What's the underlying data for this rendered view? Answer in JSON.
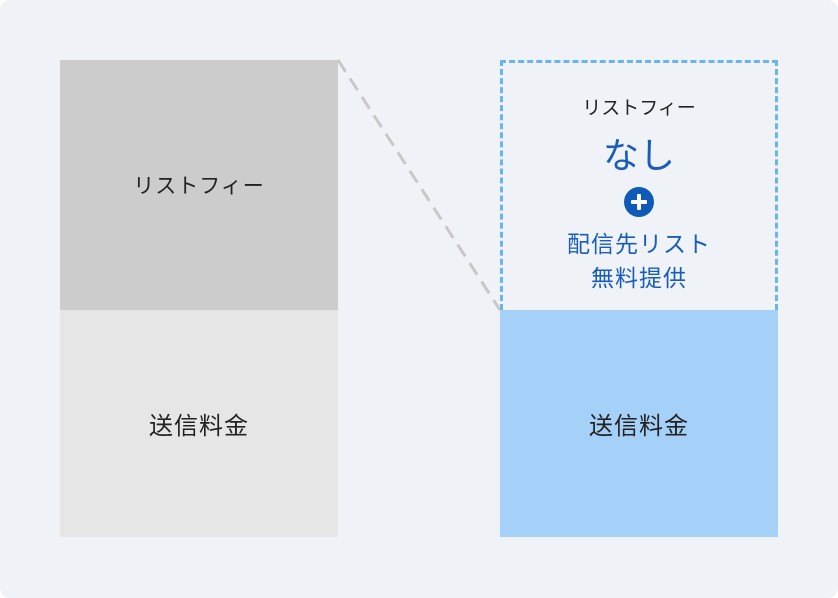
{
  "left_column": {
    "top_label": "リストフィー",
    "bottom_label": "送信料金"
  },
  "right_column": {
    "top_heading": "リストフィー",
    "top_value": "なし",
    "plus_icon": "plus-circle-icon",
    "benefit_line1": "配信先リスト",
    "benefit_line2": "無料提供",
    "bottom_label": "送信料金"
  },
  "colors": {
    "background": "#eff3f8",
    "left_top_fill": "#cccccc",
    "left_bottom_fill": "#e6e6e6",
    "right_bottom_fill": "#a5d0f8",
    "dashed_border": "#6ab5ee",
    "accent_text": "#1a5cb8",
    "plus_fill": "#0e5ab8",
    "connector_line": "#c8c8c8"
  }
}
